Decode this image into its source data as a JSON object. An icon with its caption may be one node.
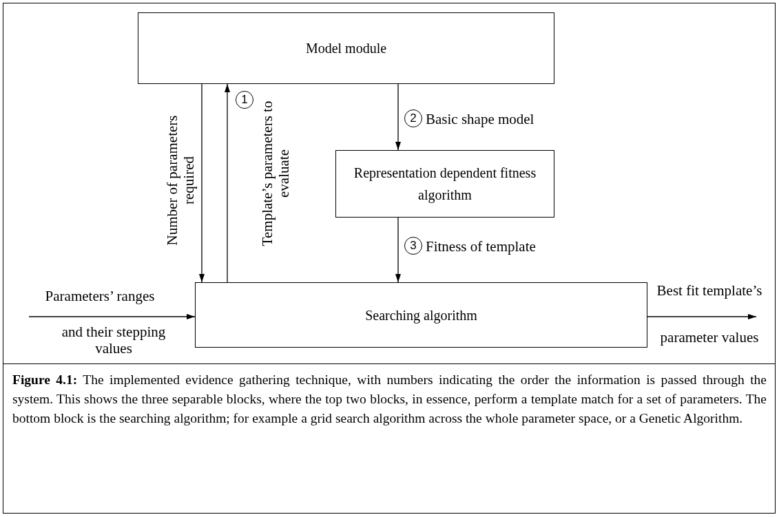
{
  "diagram": {
    "caption": "**Figure 4.1:** The implemented evidence gathering technique, with numbers indicating the order the information is passed through the system. This shows the three separable blocks, where the top two blocks, in essence, perform a template match for a set of parameters. The bottom block is the searching algorithm; for example a grid search algorithm across the whole parameter space, or a Genetic Algorithm.",
    "nodes": [
      {
        "text": [
          "Model module"
        ]
      },
      {
        "text": [
          "Representation dependent fitness algorithm"
        ]
      },
      {
        "text": [
          "Searching algorithm"
        ]
      }
    ],
    "edges": [
      {
        "from": 0,
        "to": 2,
        "arrow": "to",
        "label": "Number of parameters required"
      },
      {
        "from": 2,
        "to": 0,
        "arrow": "to",
        "label": "Template’s parameters to evaluate"
      },
      {
        "from": 0,
        "to": 1,
        "arrow": "to",
        "label": "Basic shape model"
      },
      {
        "from": 1,
        "to": 2,
        "arrow": "to",
        "label": "Fitness of template"
      },
      {
        "from": null,
        "to": 2,
        "arrow": "to"
      },
      {
        "from": 2,
        "to": null,
        "arrow": "to"
      }
    ],
    "labels": [
      "1",
      "2",
      "3",
      "Parameters’ ranges",
      "and their stepping values",
      "Best fit template’s",
      "parameter values"
    ]
  }
}
